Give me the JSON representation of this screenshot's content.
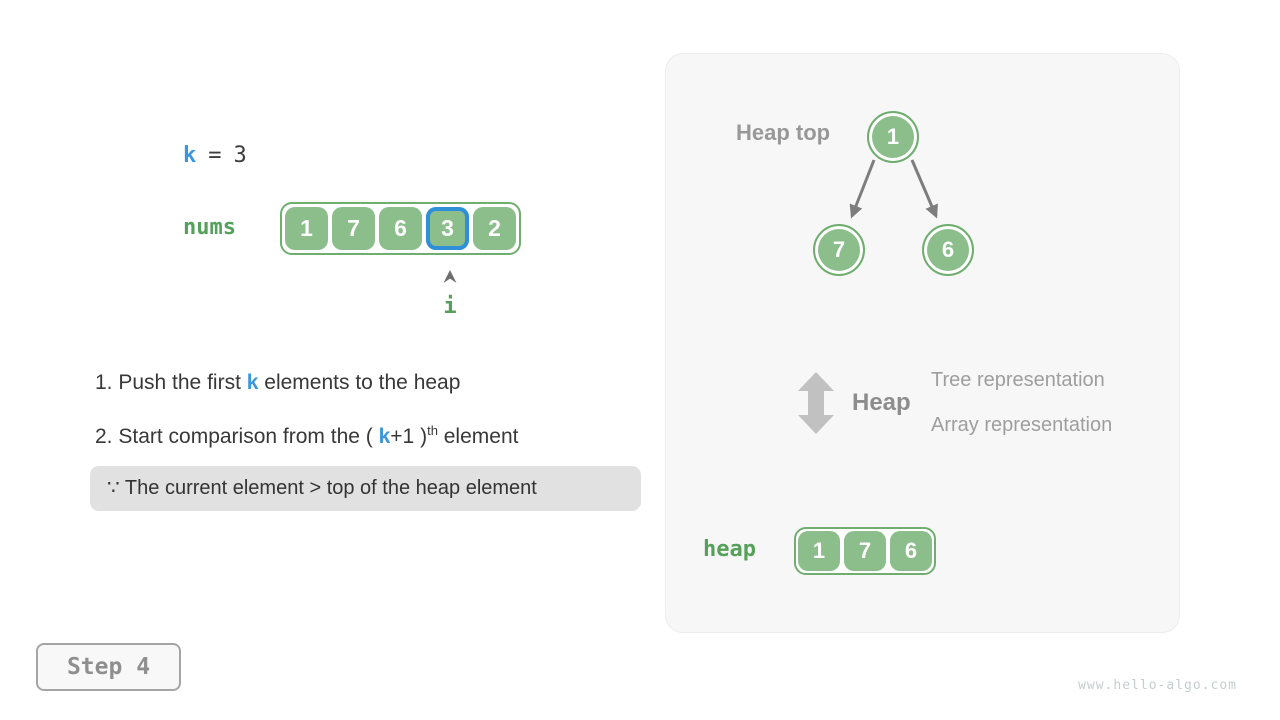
{
  "colors": {
    "accent_green_fill": "#8cbe8c",
    "accent_green_border": "#6fae6f",
    "accent_green_text": "#55a05a",
    "accent_blue": "#3b97dd",
    "highlight_blue_border": "#2e90d9",
    "text_dark": "#383838",
    "text_gray": "#8d8d8d",
    "note_bg": "#e1e1e1",
    "panel_bg": "#f7f7f7"
  },
  "variables": {
    "k_name": "k",
    "k_equals": "=",
    "k_value": "3"
  },
  "nums": {
    "label": "nums",
    "values": [
      "1",
      "7",
      "6",
      "3",
      "2"
    ],
    "highlighted_index": 3,
    "pointer_label": "i"
  },
  "steps": {
    "step1": {
      "pre": "1. Push the first ",
      "var": "k",
      "post": " elements to the heap"
    },
    "step2": {
      "pre": "2. Start comparison from the ( ",
      "var": "k",
      "mid": "+1 )",
      "sup": "th",
      "post": " element"
    },
    "note": "∵ The current element > top of the heap element"
  },
  "panel": {
    "heap_top_label": "Heap top",
    "tree": {
      "root": "1",
      "left_child": "7",
      "right_child": "6"
    },
    "legend": {
      "title": "Heap",
      "tree_line": "Tree representation",
      "array_line": "Array representation"
    },
    "heap": {
      "label": "heap",
      "values": [
        "1",
        "7",
        "6"
      ]
    }
  },
  "footer": {
    "step_label": "Step 4",
    "watermark": "www.hello-algo.com"
  }
}
